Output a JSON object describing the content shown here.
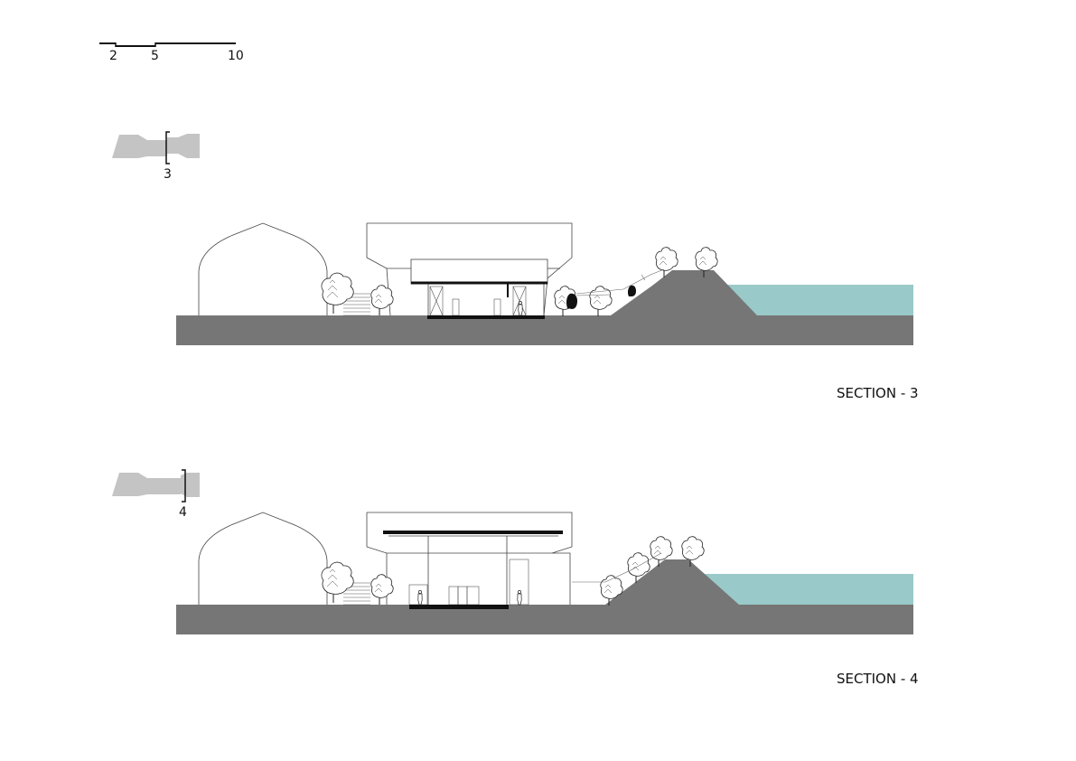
{
  "scale_bar": {
    "ticks": [
      "2",
      "5",
      "10"
    ]
  },
  "sections": [
    {
      "key_number": "3",
      "title": "SECTION - 3"
    },
    {
      "key_number": "4",
      "title": "SECTION - 4"
    }
  ],
  "colors": {
    "ground": "#767676",
    "water": "#9ac9c9",
    "key_plan": "#c4c4c4",
    "line": "#222222"
  }
}
